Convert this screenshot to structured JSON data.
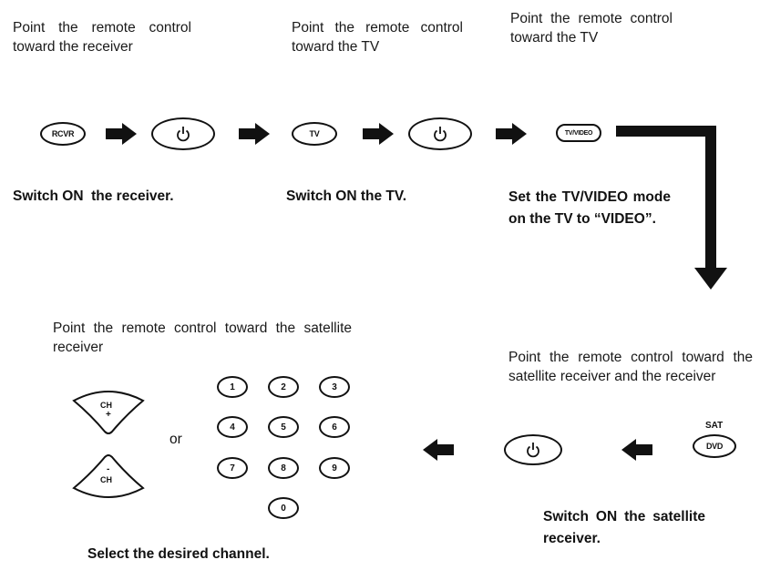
{
  "steps": {
    "step1": {
      "instruction": "Point the remote control toward the receiver",
      "button_label": "RCVR",
      "caption": "Switch ON  the receiver."
    },
    "step2": {
      "instruction": "Point the remote control toward the TV",
      "button_label": "TV",
      "caption": "Switch ON the TV."
    },
    "step3": {
      "instruction": "Point the remote control toward the TV",
      "button_label": "TV/VIDEO",
      "caption": "Set the TV/VIDEO mode on the TV to “VIDEO”."
    },
    "step4": {
      "instruction": "Point the remote control toward the satellite receiver and the receiver",
      "button_label_top": "SAT",
      "button_label": "DVD",
      "caption": "Switch ON the satellite receiver."
    },
    "step5": {
      "instruction": "Point the remote control toward the satellite receiver",
      "ch_up_label": "CH",
      "ch_up_sign": "+",
      "ch_down_label": "CH",
      "ch_down_sign": "-",
      "or_label": "or",
      "numbers": [
        "1",
        "2",
        "3",
        "4",
        "5",
        "6",
        "7",
        "8",
        "9",
        "0"
      ],
      "caption": "Select the desired channel."
    }
  },
  "icons": {
    "power": "power-icon",
    "arrow": "right-arrow-icon"
  }
}
